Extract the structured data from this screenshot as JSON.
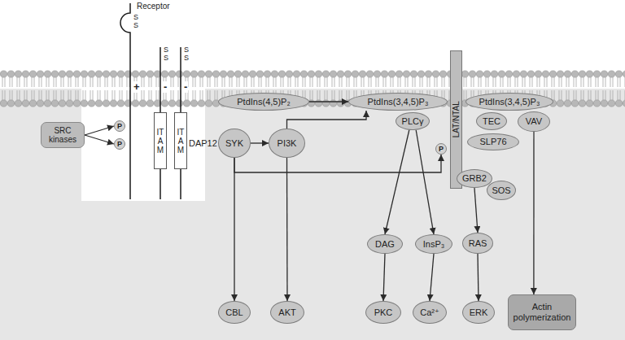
{
  "diagram": {
    "nodes": [
      {
        "text": [
          "SRC kinases"
        ]
      },
      {
        "text": [
          "P"
        ]
      },
      {
        "text": [
          "P"
        ]
      },
      {
        "text": [
          "ITAM"
        ]
      },
      {
        "text": [
          "ITAM"
        ]
      },
      {
        "text": [
          "SYK"
        ]
      },
      {
        "text": [
          "PI3K"
        ]
      },
      {
        "text": [
          "PtdIns(4,5)P₂"
        ]
      },
      {
        "text": [
          "PtdIns(3,4,5)P₃"
        ]
      },
      {
        "text": [
          "LAT/NTAL"
        ]
      },
      {
        "text": [
          "PtdIns(3,4,5)P₃"
        ]
      },
      {
        "text": [
          "PLCγ"
        ]
      },
      {
        "text": [
          "TEC"
        ]
      },
      {
        "text": [
          "VAV"
        ]
      },
      {
        "text": [
          "SLP76"
        ]
      },
      {
        "text": [
          "P"
        ]
      },
      {
        "text": [
          "GRB2"
        ]
      },
      {
        "text": [
          "SOS"
        ]
      },
      {
        "text": [
          "DAG"
        ]
      },
      {
        "text": [
          "InsP₃"
        ]
      },
      {
        "text": [
          "RAS"
        ]
      },
      {
        "text": [
          "CBL"
        ]
      },
      {
        "text": [
          "AKT"
        ]
      },
      {
        "text": [
          "PKC"
        ]
      },
      {
        "text": [
          "Ca²⁺"
        ]
      },
      {
        "text": [
          "ERK"
        ]
      },
      {
        "text": [
          "Actin polymerization"
        ]
      }
    ],
    "edges": [
      {
        "from": 0,
        "to": 1,
        "arrow": "to"
      },
      {
        "from": 0,
        "to": 2,
        "arrow": "to"
      },
      {
        "from": 7,
        "to": 8,
        "arrow": "to"
      },
      {
        "from": 6,
        "to": 8,
        "arrow": "to"
      },
      {
        "from": 5,
        "to": 6,
        "arrow": "to"
      },
      {
        "from": 5,
        "to": 15,
        "arrow": "to"
      },
      {
        "from": 5,
        "to": 21,
        "arrow": "to"
      },
      {
        "from": 6,
        "to": 22,
        "arrow": "to"
      },
      {
        "from": 11,
        "to": 18,
        "arrow": "to"
      },
      {
        "from": 11,
        "to": 19,
        "arrow": "to"
      },
      {
        "from": 18,
        "to": 23,
        "arrow": "to"
      },
      {
        "from": 19,
        "to": 24,
        "arrow": "to"
      },
      {
        "from": 16,
        "to": 20,
        "arrow": "to"
      },
      {
        "from": 20,
        "to": 25,
        "arrow": "to"
      },
      {
        "from": 13,
        "to": 26,
        "arrow": "to"
      }
    ],
    "labels": [
      "Receptor",
      "S",
      "S",
      "S",
      "S",
      "S",
      "S",
      "+",
      "-",
      "-",
      "DAP12"
    ]
  }
}
